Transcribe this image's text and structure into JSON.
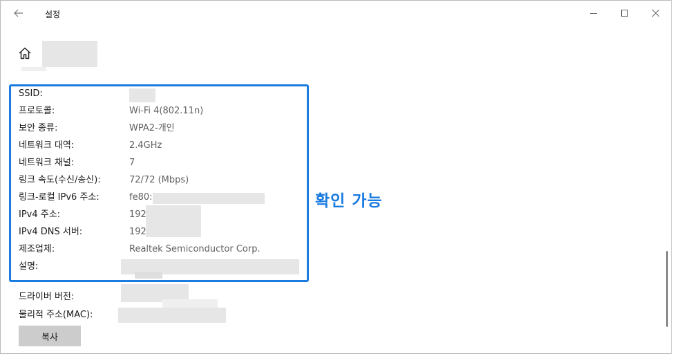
{
  "window": {
    "title": "설정",
    "back_icon": "back-arrow-icon",
    "controls": [
      "minimize-icon",
      "maximize-icon",
      "close-icon"
    ]
  },
  "header": {
    "home_icon": "home-icon"
  },
  "properties": [
    {
      "label": "SSID:",
      "value": ""
    },
    {
      "label": "프로토콜:",
      "value": "Wi-Fi 4(802.11n)"
    },
    {
      "label": "보안 종류:",
      "value": "WPA2-개인"
    },
    {
      "label": "네트워크 대역:",
      "value": "2.4GHz"
    },
    {
      "label": "네트워크 채널:",
      "value": "7"
    },
    {
      "label": "링크 속도(수신/송신):",
      "value": "72/72 (Mbps)"
    },
    {
      "label": "링크-로컬 IPv6 주소:",
      "value": "fe80::"
    },
    {
      "label": "IPv4 주소:",
      "value": "192."
    },
    {
      "label": "IPv4 DNS 서버:",
      "value": "192."
    },
    {
      "label": "제조업체:",
      "value": "Realtek Semiconductor Corp."
    },
    {
      "label": "설명:",
      "value": ""
    },
    {
      "label": "드라이버 버전:",
      "value": ""
    },
    {
      "label": "물리적 주소(MAC):",
      "value": ""
    }
  ],
  "callout": {
    "text": "확인 가능",
    "color": "#1a7be0"
  },
  "copy_button": {
    "label": "복사"
  },
  "colors": {
    "highlight": "#1a7be0",
    "button_bg": "#cccccc"
  }
}
